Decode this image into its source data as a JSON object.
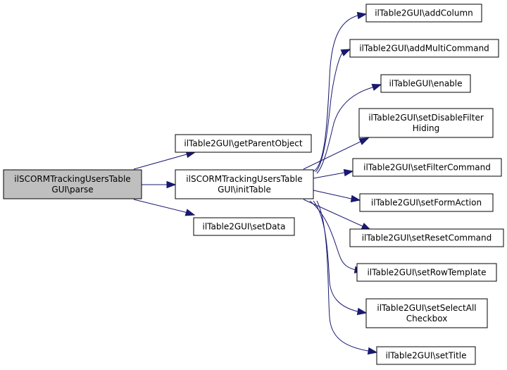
{
  "nodes": {
    "root": [
      "ilSCORMTrackingUsersTable",
      "GUI\\parse"
    ],
    "getParentObject": [
      "ilTable2GUI\\getParentObject"
    ],
    "initTable": [
      "ilSCORMTrackingUsersTable",
      "GUI\\initTable"
    ],
    "setData": [
      "ilTable2GUI\\setData"
    ],
    "addColumn": [
      "ilTable2GUI\\addColumn"
    ],
    "addMultiCommand": [
      "ilTable2GUI\\addMultiCommand"
    ],
    "enable": [
      "ilTableGUI\\enable"
    ],
    "setDisableFilterHiding": [
      "ilTable2GUI\\setDisableFilter",
      "Hiding"
    ],
    "setFilterCommand": [
      "ilTable2GUI\\setFilterCommand"
    ],
    "setFormAction": [
      "ilTable2GUI\\setFormAction"
    ],
    "setResetCommand": [
      "ilTable2GUI\\setResetCommand"
    ],
    "setRowTemplate": [
      "ilTable2GUI\\setRowTemplate"
    ],
    "setSelectAllCheckbox": [
      "ilTable2GUI\\setSelectAll",
      "Checkbox"
    ],
    "setTitle": [
      "ilTable2GUI\\setTitle"
    ]
  },
  "edges": [
    [
      "root",
      "getParentObject"
    ],
    [
      "root",
      "initTable"
    ],
    [
      "root",
      "setData"
    ],
    [
      "initTable",
      "addColumn"
    ],
    [
      "initTable",
      "addMultiCommand"
    ],
    [
      "initTable",
      "enable"
    ],
    [
      "initTable",
      "setDisableFilterHiding"
    ],
    [
      "initTable",
      "setFilterCommand"
    ],
    [
      "initTable",
      "setFormAction"
    ],
    [
      "initTable",
      "setResetCommand"
    ],
    [
      "initTable",
      "setRowTemplate"
    ],
    [
      "initTable",
      "setSelectAllCheckbox"
    ],
    [
      "initTable",
      "setTitle"
    ]
  ],
  "colors": {
    "edge": "#191970",
    "root_fill": "#bfbfbf",
    "node_fill": "#ffffff"
  }
}
